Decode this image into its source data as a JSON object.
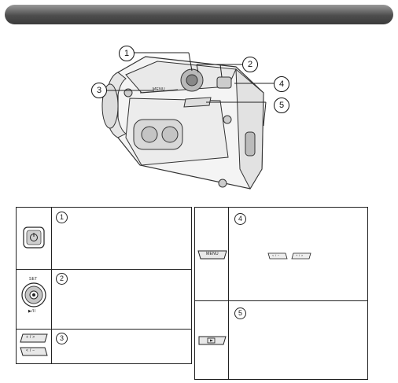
{
  "header": {
    "title": ""
  },
  "camera": {
    "menu_label": "MENU",
    "callouts": [
      "1",
      "2",
      "3",
      "4",
      "5"
    ]
  },
  "left_panel": {
    "rows": [
      {
        "icon": "power-button-icon",
        "number": "1"
      },
      {
        "icon": "set-joystick-icon",
        "number": "2",
        "top_label": "SET",
        "bottom_label": "▶/II"
      },
      {
        "icon": "zoom-buttons-icon",
        "number": "3",
        "button_top": "+ / >",
        "button_bottom": "< / −"
      }
    ]
  },
  "right_panel": {
    "rows": [
      {
        "icon": "menu-button-icon",
        "number": "4",
        "label": "MENU",
        "inline_buttons": [
          "< / −",
          "+ / >"
        ]
      },
      {
        "icon": "playback-button-icon",
        "number": "5"
      }
    ]
  }
}
